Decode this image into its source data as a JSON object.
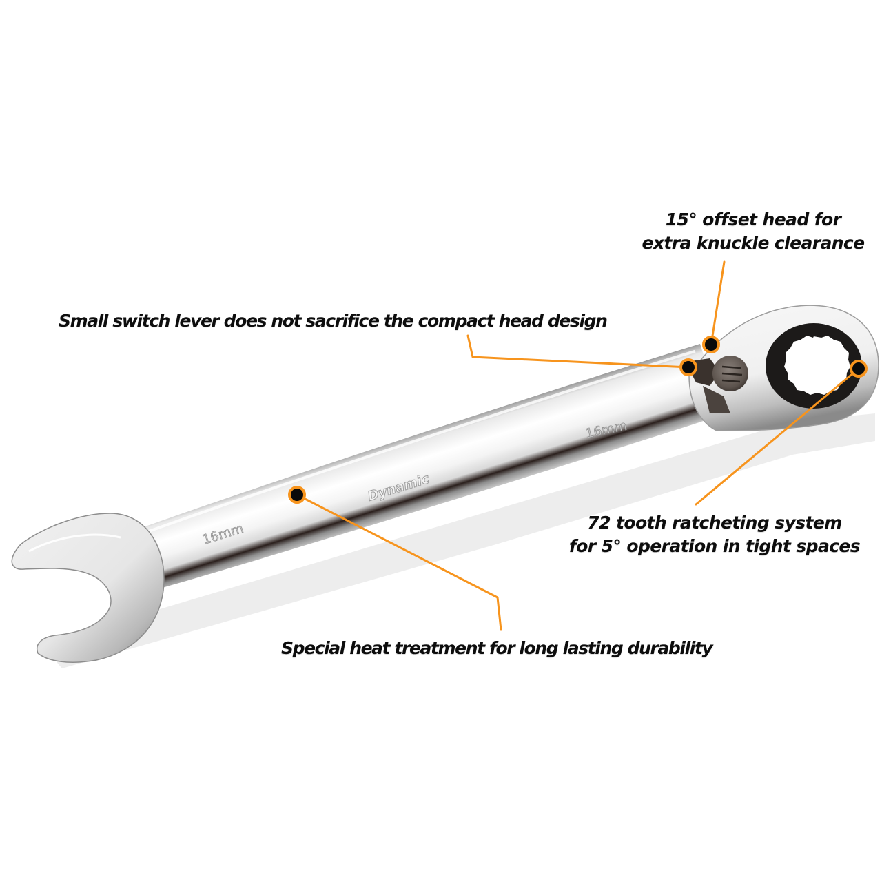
{
  "image": {
    "subject": "ratcheting combination wrench",
    "background_color": "#ffffff",
    "accent_color": "#f7941d",
    "dot_fill_color": "#0a0a0a"
  },
  "wrench": {
    "brand_engraving": "Dynamic",
    "size_marking_open_end": "16mm",
    "size_marking_ring_end": "16mm"
  },
  "callouts": [
    {
      "id": "offset-head",
      "lines": [
        "15° offset head for",
        "extra knuckle clearance"
      ]
    },
    {
      "id": "switch-lever",
      "lines": [
        "Small switch lever does not sacrifice the compact head design"
      ]
    },
    {
      "id": "ratchet-system",
      "lines": [
        "72 tooth ratcheting system",
        "for 5° operation in tight spaces"
      ]
    },
    {
      "id": "heat-treatment",
      "lines": [
        "Special heat treatment for long lasting durability"
      ]
    }
  ]
}
